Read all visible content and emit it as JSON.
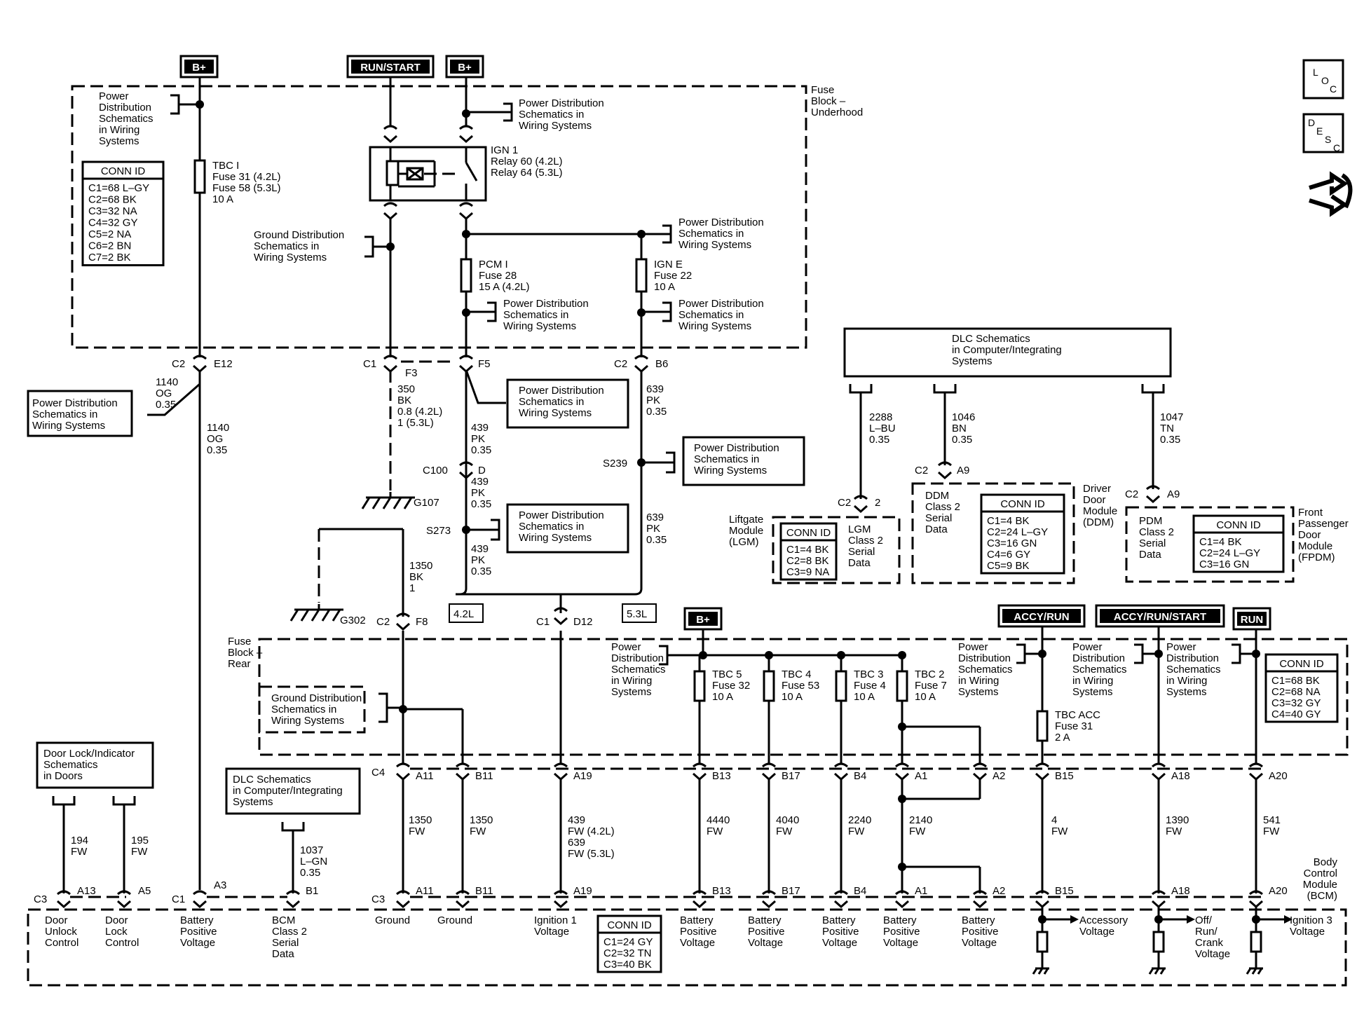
{
  "power_sources": {
    "bplus_top_left": "B+",
    "run_start": "RUN/START",
    "bplus_top_mid": "B+",
    "bplus_rear": "B+",
    "accy_run": "ACCY/RUN",
    "accy_run_start": "ACCY/RUN/START",
    "run": "RUN"
  },
  "icons": {
    "loc": [
      "L",
      "O",
      "C"
    ],
    "desc": [
      "D",
      "E",
      "S",
      "C"
    ],
    "connector_icon": "connector-end-view-icon"
  },
  "fuse_block_underhood": {
    "label": [
      "Fuse",
      "Block –",
      "Underhood"
    ],
    "pd_left": [
      "Power",
      "Distribution",
      "Schematics",
      "in Wiring",
      "Systems"
    ],
    "conn_id": {
      "title": "CONN ID",
      "rows": [
        "C1=68 L–GY",
        "C2=68 BK",
        "C3=32 NA",
        "C4=32 GY",
        "C5=2 NA",
        "C6=2 BN",
        "C7=2 BK"
      ]
    },
    "tbc_i": [
      "TBC I",
      "Fuse 31 (4.2L)",
      "Fuse 58 (5.3L)",
      "10 A"
    ],
    "pd_top": [
      "Power Distribution",
      "Schematics in",
      "Wiring Systems"
    ],
    "relay": [
      "IGN 1",
      "Relay 60 (4.2L)",
      "Relay 64 (5.3L)"
    ],
    "gd": [
      "Ground Distribution",
      "Schematics in",
      "Wiring Systems"
    ],
    "pcm_i": [
      "PCM I",
      "Fuse 28",
      "15 A (4.2L)"
    ],
    "ign_e": [
      "IGN E",
      "Fuse 22",
      "10 A"
    ],
    "pd_right_top": [
      "Power Distribution",
      "Schematics in",
      "Wiring Systems"
    ],
    "pd_mid": [
      "Power Distribution",
      "Schematics in",
      "Wiring Systems"
    ],
    "pd_right_mid": [
      "Power Distribution",
      "Schematics in",
      "Wiring Systems"
    ]
  },
  "connectors_upper": {
    "c2_e12": [
      "C2",
      "E12"
    ],
    "c1_f3": [
      "C1",
      "F3"
    ],
    "f5": "F5",
    "c2_b6": [
      "C2",
      "B6"
    ],
    "c100_d": [
      "C100",
      "D"
    ],
    "s273": "S273",
    "s239": "S239",
    "g107": "G107",
    "g302": "G302",
    "c2_f8": [
      "C2",
      "F8"
    ],
    "c1_d12": [
      "C1",
      "D12"
    ],
    "engine_42": "4.2L",
    "engine_53": "5.3L"
  },
  "wires_upper": {
    "w1140_a": [
      "1140",
      "OG",
      "0.35"
    ],
    "w1140_b": [
      "1140",
      "OG",
      "0.35"
    ],
    "w350": [
      "350",
      "BK",
      "0.8 (4.2L)",
      "1 (5.3L)"
    ],
    "w439_a": [
      "439",
      "PK",
      "0.35"
    ],
    "w439_b": [
      "439",
      "PK",
      "0.35"
    ],
    "w439_c": [
      "439",
      "PK",
      "0.35"
    ],
    "w639_a": [
      "639",
      "PK",
      "0.35"
    ],
    "w639_b": [
      "639",
      "PK",
      "0.35"
    ],
    "w1350_bk": [
      "1350",
      "BK",
      "1"
    ]
  },
  "boxes_upper": {
    "pd_left_box": [
      "Power Distribution",
      "Schematics in",
      "Wiring Systems"
    ],
    "pd_f5_box": [
      "Power Distribution",
      "Schematics in",
      "Wiring Systems"
    ],
    "pd_s273_box": [
      "Power Distribution",
      "Schematics in",
      "Wiring Systems"
    ],
    "pd_s239_box": [
      "Power Distribution",
      "Schematics in",
      "Wiring Systems"
    ]
  },
  "dlc_top": {
    "label": [
      "DLC Schematics",
      "in Computer/Integrating",
      "Systems"
    ],
    "w2288": [
      "2288",
      "L–BU",
      "0.35"
    ],
    "w1046": [
      "1046",
      "BN",
      "0.35"
    ],
    "w1047": [
      "1047",
      "TN",
      "0.35"
    ]
  },
  "lgm": {
    "name": [
      "Liftgate",
      "Module",
      "(LGM)"
    ],
    "conn": [
      "C2",
      "2"
    ],
    "desc": [
      "LGM",
      "Class 2",
      "Serial",
      "Data"
    ],
    "conn_id": {
      "title": "CONN ID",
      "rows": [
        "C1=4 BK",
        "C2=8 BK",
        "C3=9 NA"
      ]
    }
  },
  "ddm": {
    "name": [
      "Driver",
      "Door",
      "Module",
      "(DDM)"
    ],
    "conn": [
      "C2",
      "A9"
    ],
    "desc": [
      "DDM",
      "Class 2",
      "Serial",
      "Data"
    ],
    "conn_id": {
      "title": "CONN ID",
      "rows": [
        "C1=4 BK",
        "C2=24 L–GY",
        "C3=16 GN",
        "C4=6 GY",
        "C5=9 BK"
      ]
    }
  },
  "fpdm": {
    "name": [
      "Front",
      "Passenger",
      "Door",
      "Module",
      "(FPDM)"
    ],
    "conn": [
      "C2",
      "A9"
    ],
    "desc": [
      "PDM",
      "Class 2",
      "Serial",
      "Data"
    ],
    "conn_id": {
      "title": "CONN ID",
      "rows": [
        "C1=4 BK",
        "C2=24 L–GY",
        "C3=16 GN"
      ]
    }
  },
  "fuse_block_rear": {
    "label": [
      "Fuse",
      "Block –",
      "Rear"
    ],
    "gd": [
      "Ground Distribution",
      "Schematics in",
      "Wiring Systems"
    ],
    "pd_b": [
      "Power",
      "Distribution",
      "Schematics",
      "in Wiring",
      "Systems"
    ],
    "tbc5": [
      "TBC 5",
      "Fuse 32",
      "10 A"
    ],
    "tbc4": [
      "TBC 4",
      "Fuse 53",
      "10 A"
    ],
    "tbc3": [
      "TBC 3",
      "Fuse 4",
      "10 A"
    ],
    "tbc2": [
      "TBC 2",
      "Fuse 7",
      "10 A"
    ],
    "pd_accy": [
      "Power",
      "Distribution",
      "Schematics",
      "in Wiring",
      "Systems"
    ],
    "tbc_acc": [
      "TBC ACC",
      "Fuse 31",
      "2 A"
    ],
    "pd_accy_start": [
      "Power",
      "Distribution",
      "Schematics",
      "in Wiring",
      "Systems"
    ],
    "pd_run": [
      "Power",
      "Distribution",
      "Schematics",
      "in Wiring",
      "Systems"
    ],
    "conn_id": {
      "title": "CONN ID",
      "rows": [
        "C1=68 BK",
        "C2=68 NA",
        "C3=32 GY",
        "C4=40 GY"
      ]
    }
  },
  "rear_connectors": {
    "c4": "C4",
    "top": [
      "A11",
      "B11",
      "A19",
      "B13",
      "B17",
      "B4",
      "A1",
      "A2",
      "B15",
      "A18",
      "A20"
    ],
    "bottom": [
      "A11",
      "B11",
      "A19",
      "B13",
      "B17",
      "B4",
      "A1",
      "A2",
      "B15",
      "A18",
      "A20"
    ]
  },
  "wires_lower": {
    "w1350_a": [
      "1350",
      "FW"
    ],
    "w1350_b": [
      "1350",
      "FW"
    ],
    "w439_fw": [
      "439",
      "FW (4.2L)",
      "639",
      "FW (5.3L)"
    ],
    "w4440": [
      "4440",
      "FW"
    ],
    "w4040": [
      "4040",
      "FW"
    ],
    "w2240": [
      "2240",
      "FW"
    ],
    "w2140": [
      "2140",
      "FW"
    ],
    "w4": [
      "4",
      "FW"
    ],
    "w1390": [
      "1390",
      "FW"
    ],
    "w541": [
      "541",
      "FW"
    ],
    "w194": [
      "194",
      "FW"
    ],
    "w195": [
      "195",
      "FW"
    ],
    "w1037": [
      "1037",
      "L–GN",
      "0.35"
    ]
  },
  "left_lower": {
    "door_lock": [
      "Door Lock/Indicator",
      "Schematics",
      "in Doors"
    ],
    "dlc_left": [
      "DLC Schematics",
      "in Computer/Integrating",
      "Systems"
    ]
  },
  "bcm": {
    "name": [
      "Body",
      "Control",
      "Module",
      "(BCM)"
    ],
    "conn_labels": [
      "C3",
      "A13",
      "A5",
      "C1",
      "A3",
      "B1",
      "C3"
    ],
    "functions": {
      "door_unlock": [
        "Door",
        "Unlock",
        "Control"
      ],
      "door_lock": [
        "Door",
        "Lock",
        "Control"
      ],
      "batt_left": [
        "Battery",
        "Positive",
        "Voltage"
      ],
      "bcm_serial": [
        "BCM",
        "Class 2",
        "Serial",
        "Data"
      ],
      "ground1": [
        "Ground"
      ],
      "ground2": [
        "Ground"
      ],
      "ign1": [
        "Ignition 1",
        "Voltage"
      ],
      "batt1": [
        "Battery",
        "Positive",
        "Voltage"
      ],
      "batt2": [
        "Battery",
        "Positive",
        "Voltage"
      ],
      "batt3": [
        "Battery",
        "Positive",
        "Voltage"
      ],
      "batt4": [
        "Battery",
        "Positive",
        "Voltage"
      ],
      "batt5": [
        "Battery",
        "Positive",
        "Voltage"
      ],
      "accessory": [
        "Accessory",
        "Voltage"
      ],
      "off_run": [
        "Off/",
        "Run/",
        "Crank",
        "Voltage"
      ],
      "ign3": [
        "Ignition 3",
        "Voltage"
      ]
    },
    "conn_id": {
      "title": "CONN ID",
      "rows": [
        "C1=24 GY",
        "C2=32 TN",
        "C3=40 BK"
      ]
    }
  }
}
